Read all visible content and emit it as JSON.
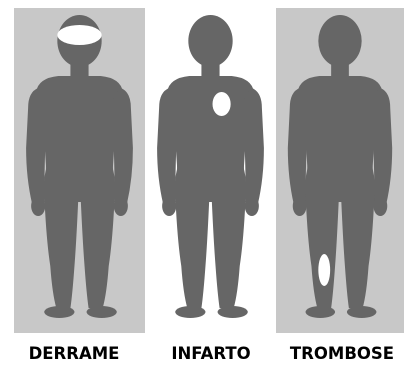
{
  "colors": {
    "panel_shaded": "#c8c8c8",
    "panel_plain": "#ffffff",
    "figure": "#666666",
    "highlight": "#ffffff"
  },
  "panels": [
    {
      "label": "DERRAME",
      "background": "shaded",
      "highlight": "brain"
    },
    {
      "label": "INFARTO",
      "background": "plain",
      "highlight": "heart"
    },
    {
      "label": "TROMBOSE",
      "background": "shaded",
      "highlight": "right-calf"
    }
  ]
}
